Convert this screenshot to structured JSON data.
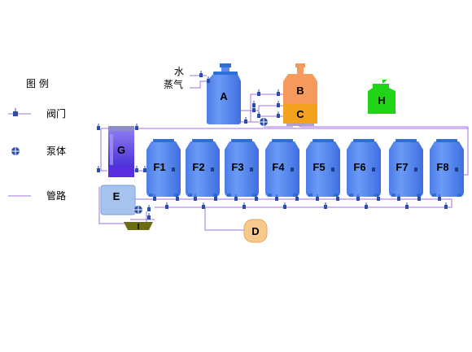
{
  "legend": {
    "title": "图  例",
    "valve": "阀门",
    "pump": "泵体",
    "pipe": "管路"
  },
  "inlets": {
    "water": "水",
    "steam": "蒸气"
  },
  "tanks": {
    "A": "A",
    "B": "B",
    "C": "C",
    "D": "D",
    "E": "E",
    "G": "G",
    "H": "H",
    "I": "I"
  },
  "fermenters": [
    "F1",
    "F2",
    "F3",
    "F4",
    "F5",
    "F6",
    "F7",
    "F8"
  ],
  "colors": {
    "tank_blue": "#5b8cf2",
    "tank_light": "#a6c3ee",
    "cap_blue": "#2e6fd6",
    "b_orange": "#f59a5c",
    "c_orange": "#f2a21c",
    "g_purple": "#6e4df0",
    "h_green": "#22d418",
    "d_peach": "#f6c98e",
    "i_olive": "#6b6b10",
    "pipe": "#a070e0"
  }
}
